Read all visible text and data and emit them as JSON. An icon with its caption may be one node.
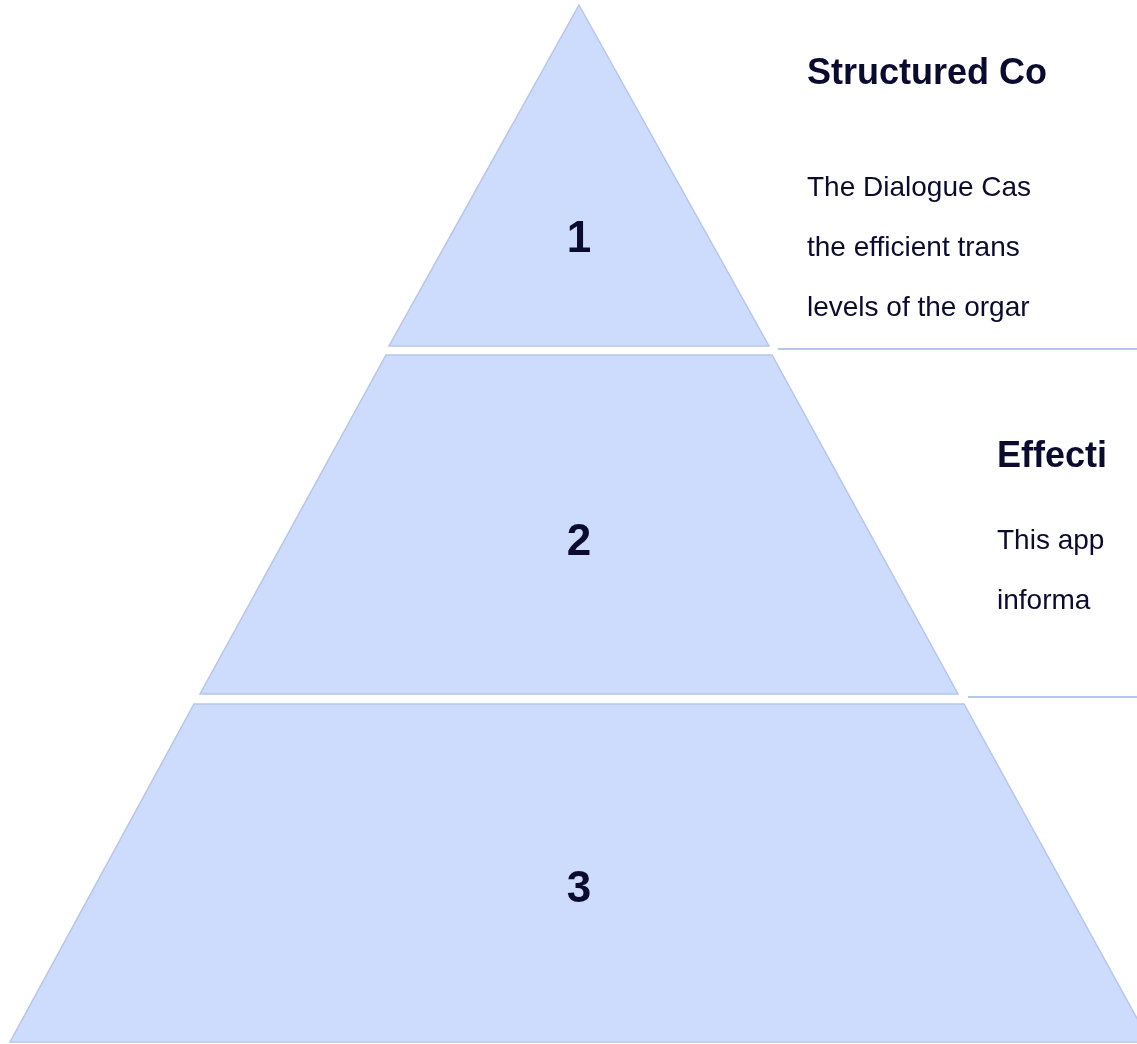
{
  "diagram": {
    "nodes": [
      {
        "text": [
          "1"
        ],
        "beside": [
          "Structured Co",
          "The Dialogue Cas the efficient trans levels of the orgar"
        ]
      },
      {
        "text": [
          "2"
        ],
        "beside": [
          "Effecti",
          "This app informa"
        ]
      },
      {
        "text": [
          "3"
        ]
      }
    ]
  }
}
